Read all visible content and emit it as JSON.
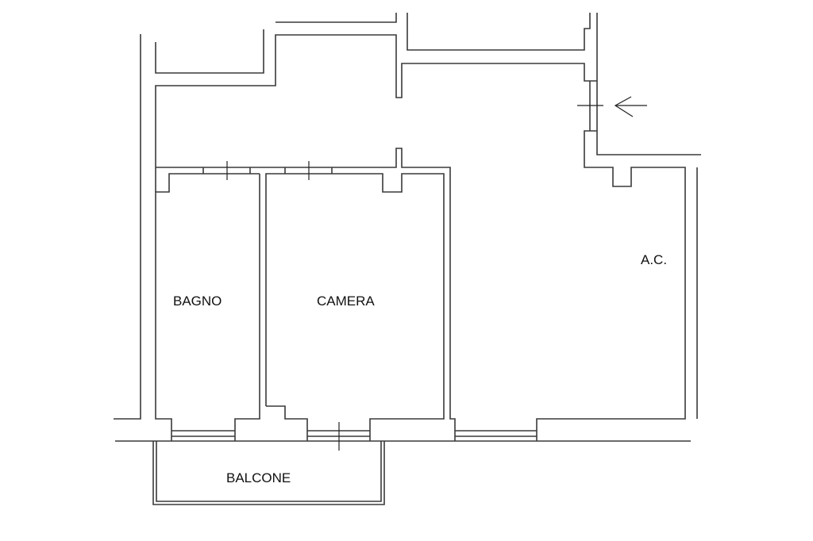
{
  "rooms": {
    "bagno": "BAGNO",
    "camera": "CAMERA",
    "ac": "A.C.",
    "balcone": "BALCONE"
  },
  "colors": {
    "line": "#3a3a3a",
    "background": "#ffffff"
  }
}
